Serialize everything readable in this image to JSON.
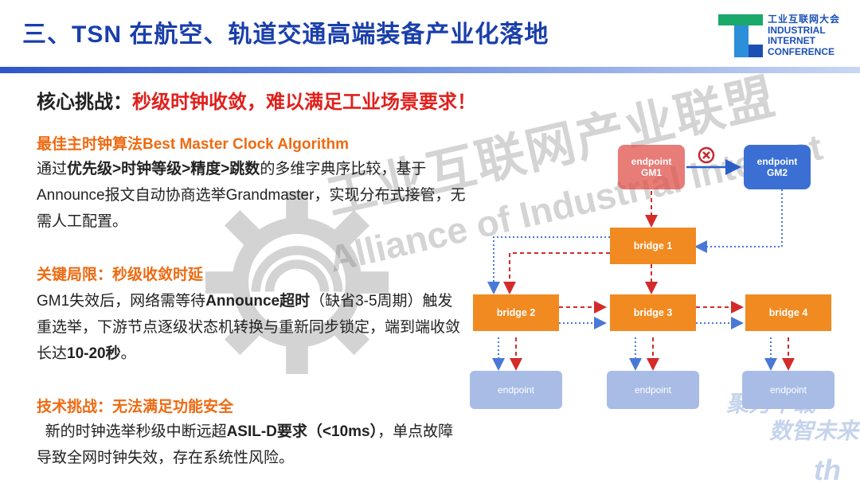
{
  "header": {
    "title": "三、TSN 在航空、轨道交通高端装备产业化落地",
    "logo_lines": [
      "工业互联网大会",
      "INDUSTRIAL",
      "INTERNET",
      "CONFERENCE"
    ]
  },
  "subtitle": {
    "prefix": "核心挑战：",
    "highlight": "秒级时钟收敛，难以满足工业场景要求！"
  },
  "sections": [
    {
      "heading": "最佳主时钟算法Best Master Clock Algorithm",
      "text_before": "通过",
      "bold": "优先级>时钟等级>精度>跳数",
      "text_after": "的多维字典序比较，基于Announce报文自动协商选举Grandmaster，实现分布式接管，无需人工配置。"
    },
    {
      "heading": "关键局限：秒级收敛时延",
      "text_1": "GM1失效后，网络需等待",
      "bold_1": "Announce超时",
      "text_2": "（缺省3-5周期）触发重选举，下游节点逐级状态机转换与重新同步锁定，端到端收敛长达",
      "bold_2": "10-20秒",
      "text_3": "。"
    },
    {
      "heading": "技术挑战：无法满足功能安全",
      "text_1": "  新的时钟选举秒级中断远超",
      "bold_1": "ASIL-D要求（<10ms）",
      "text_2": "，单点故障导致全网时钟失效，存在系统性风险。"
    }
  ],
  "diagram": {
    "gm1": "endpoint\nGM1",
    "gm2": "endpoint\nGM2",
    "bridge1": "bridge 1",
    "bridge2": "bridge 2",
    "bridge3": "bridge 3",
    "bridge4": "bridge 4",
    "ep1": "endpoint",
    "ep2": "endpoint",
    "ep3": "endpoint"
  },
  "watermark": {
    "cn": "工业互联网产业联盟",
    "en": "Alliance of Industrial Internet",
    "slogan1": "聚力十载",
    "slogan2": "数智未来",
    "th": "th"
  },
  "colors": {
    "title_blue": "#1a3faa",
    "accent_red": "#e0201c",
    "section_orange": "#ee6a11",
    "bridge_orange": "#f18a21",
    "gm1_red": "#e0504a",
    "gm2_blue": "#3b6fd4",
    "endpoint_blue": "#a8bce6",
    "sync_red": "#d42b2b",
    "announce_blue": "#4a78d6"
  }
}
